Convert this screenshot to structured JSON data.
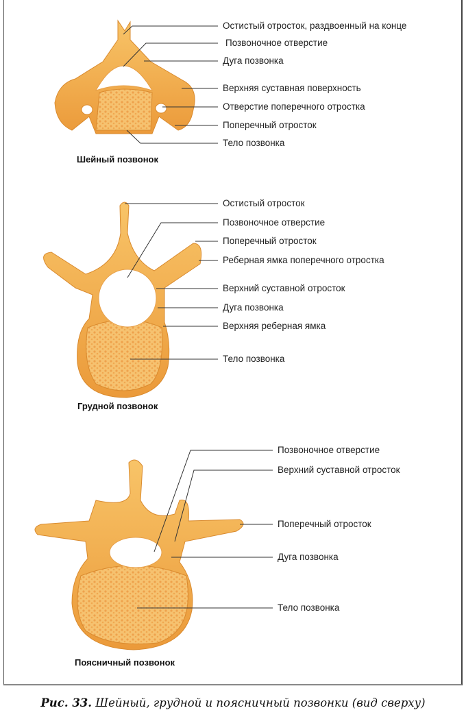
{
  "cervical": {
    "title": "Шейный позвонок",
    "labels": [
      "Остистый отросток, раздвоенный на конце",
      "Позвоночное отверстие",
      "Дуга позвонка",
      "Верхняя суставная поверхность",
      "Отверстие поперечного отростка",
      "Поперечный отросток",
      "Тело позвонка"
    ]
  },
  "thoracic": {
    "title": "Грудной позвонок",
    "labels": [
      "Остистый отросток",
      "Позвоночное отверстие",
      "Поперечный отросток",
      "Реберная ямка поперечного отростка",
      "Верхний суставной отросток",
      "Дуга позвонка",
      "Верхняя реберная ямка",
      "Тело позвонка"
    ]
  },
  "lumbar": {
    "title": "Поясничный позвонок",
    "labels": [
      "Позвоночное отверстие",
      "Верхний суставной отросток",
      "Поперечный отросток",
      "Дуга позвонка",
      "Тело позвонка"
    ]
  },
  "caption": {
    "number": "Рис. 33.",
    "text": "Шейный, грудной и поясничный позвонки (вид сверху)"
  },
  "colors": {
    "bone": "#f2a846",
    "body": "#f7c878",
    "line": "#333333"
  }
}
